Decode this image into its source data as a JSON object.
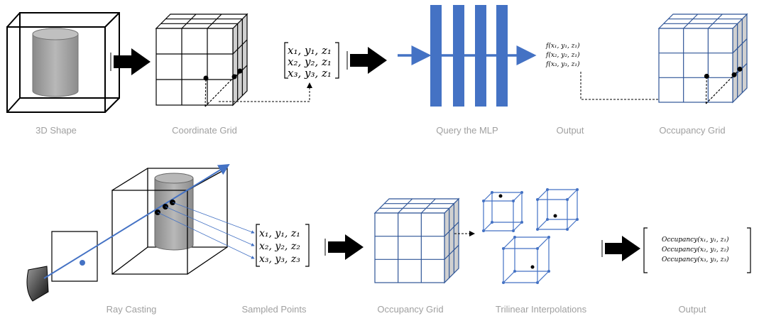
{
  "captions": {
    "shape_3d": "3D Shape",
    "coordinate_grid": "Coordinate Grid",
    "query_mlp": "Query the MLP",
    "output_top": "Output",
    "occupancy_grid_top": "Occupancy Grid",
    "ray_casting": "Ray Casting",
    "sampled_points": "Sampled Points",
    "occupancy_grid_bottom": "Occupancy Grid",
    "trilinear": "Trilinear Interpolations",
    "output_bottom": "Output"
  },
  "coord_matrix": [
    "x₁, y₁, z₁",
    "x₂, y₂, z₁",
    "x₃, y₃, z₁"
  ],
  "mlp_outputs": [
    "f(x₁, y₁, z₁)",
    "f(x₂, y₂, z₁)",
    "f(x₃, y₃, z₁)"
  ],
  "sampled_matrix": [
    "x₁, y₁, z₁",
    "x₂, y₂, z₂",
    "x₃, y₃, z₃"
  ],
  "occupancy_outputs": [
    "Occupancy(x₁, y₁, z₁)",
    "Occupancy(x₂, y₂, z₂)",
    "Occupancy(x₃, y₃, z₃)"
  ],
  "colors": {
    "blue": "#4472c4",
    "grid_blue": "#2f5597",
    "gray_fill": "#d0d0d0",
    "caption": "#a0a0a0"
  }
}
